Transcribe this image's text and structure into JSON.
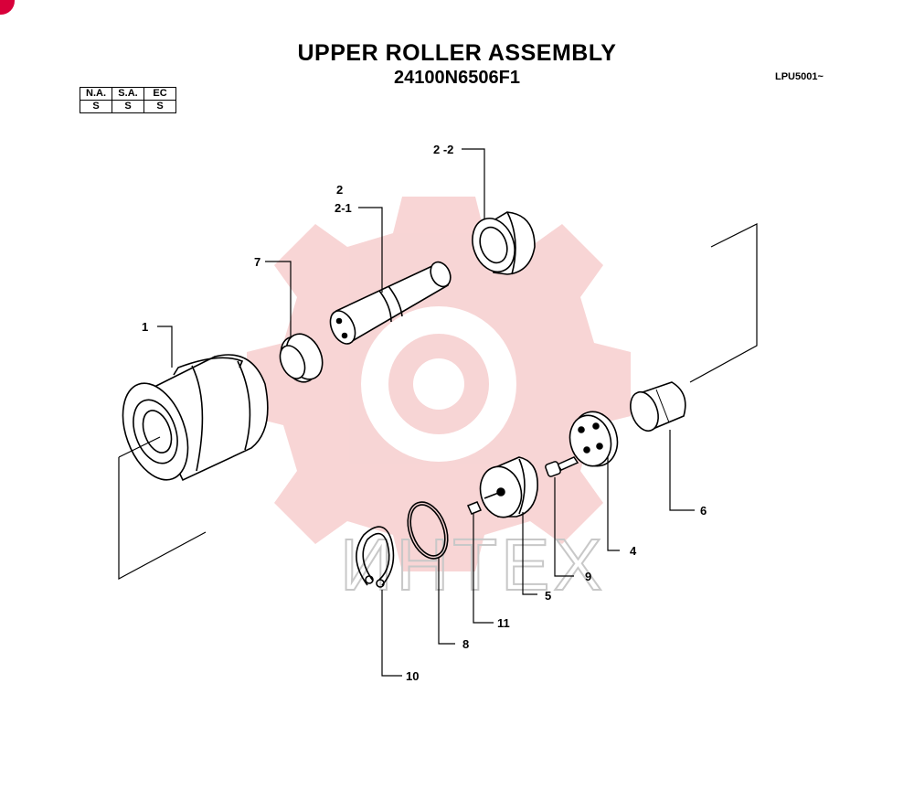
{
  "title": "UPPER ROLLER ASSEMBLY",
  "part_number": "24100N6506F1",
  "serial_code": "LPU5001~",
  "availability": {
    "headers": [
      "N.A.",
      "S.A.",
      "EC"
    ],
    "values": [
      "S",
      "S",
      "S"
    ]
  },
  "callouts": {
    "c1": "1",
    "c2": "2",
    "c2_1": "2-1",
    "c2_2": "2 -2",
    "c4": "4",
    "c5": "5",
    "c6": "6",
    "c7": "7",
    "c8": "8",
    "c9": "9",
    "c10": "10",
    "c11": "11"
  },
  "watermark": {
    "text": "ИНТЕX",
    "gear_color": "#f2b3b3"
  }
}
